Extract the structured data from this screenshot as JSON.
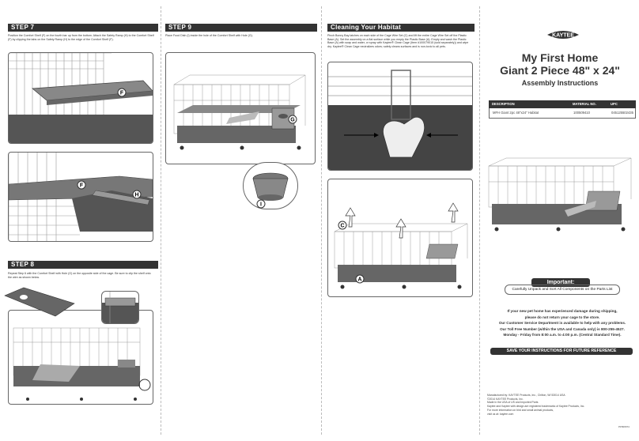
{
  "step7": {
    "header": "STEP 7",
    "text": "Position the Comfort Shelf (F) on the fourth bar up from the bottom. Attach the Safety Ramp (H) to the Comfort Shelf (F) by clipping the tabs on the Safety Ramp (H) to the edge of the Comfort Shelf (F).",
    "label_f": "F",
    "label_f2": "F",
    "label_h": "H"
  },
  "step8": {
    "header": "STEP 8",
    "text": "Repeat Step 6 with the Comfort Shelf with Hole (G) on the opposite side of the cage. Be sure to clip the shelf onto the wire as shown below."
  },
  "step9": {
    "header": "STEP 9",
    "text": "Place Food Dish (I) inside the hole of the Comfort Shelf with Hole (G).",
    "label_g": "G",
    "label_i": "I"
  },
  "cleaning": {
    "header": "Cleaning Your Habitat",
    "text": "Pinch Bonny Bay latches on each side of the Cage Wire Set (C) and lift the entire Cage Wire Set off the Plastic Base (A). Set the assembly on a flat surface while you empty the Plastic Base (A). Empty and wash the Plastic Base (A) with soap and water, or spray with Kaytee® Clean Cage (Item #100079015 (sold separately)) and wipe dry. Kaytee® Clean Cage neutralizes odors; safely cleans surfaces and is non-toxic to all pets.",
    "label_c": "C",
    "label_a": "A"
  },
  "cover": {
    "logo": "KAYTEE",
    "title_line1": "My First Home",
    "title_line2": "Giant 2 Piece 48\" x 24\"",
    "subtitle": "Assembly Instructions",
    "table": {
      "headers": [
        "DESCRIPTION",
        "MATERIAL NO.",
        "UPC"
      ],
      "row": [
        "MFH Giant 2pc 48\"x24\" Habitat",
        "100509410",
        "045125502435"
      ]
    },
    "important_label": "Important:",
    "important_text": "Carefully Unpack and Sort All Components on the Parts List",
    "warning_lines": [
      "If your new pet home has experienced damage during shipping,",
      "please do not return your cage to the store.",
      "Our Customer Service Department is available to help with any problems.",
      "Our Toll Free Number (within the USA and Canada only) is 800-255-4527.",
      "Monday - Friday from 8:00 a.m. to 4:00 p.m. (Central Standard Time)."
    ],
    "save_text": "SAVE YOUR INSTRUCTIONS FOR FUTURE REFERENCE",
    "footer_lines": [
      "Manufactured by: KAYTEE Products, Inc., Chilton, WI 53014 USA",
      "©2014 KAYTEE Products, Inc.",
      "Made in the USA of US and imported Parts",
      "Kaytee and Kaytee with design are registered trademarks of Kaytee Products, Inc.",
      "For more information on bird and small animal products,",
      "visit us at: kaytee.com"
    ],
    "part_no": "PF506674"
  },
  "colors": {
    "header_bg": "#333333",
    "base_gray": "#666666",
    "wire": "#999999"
  }
}
